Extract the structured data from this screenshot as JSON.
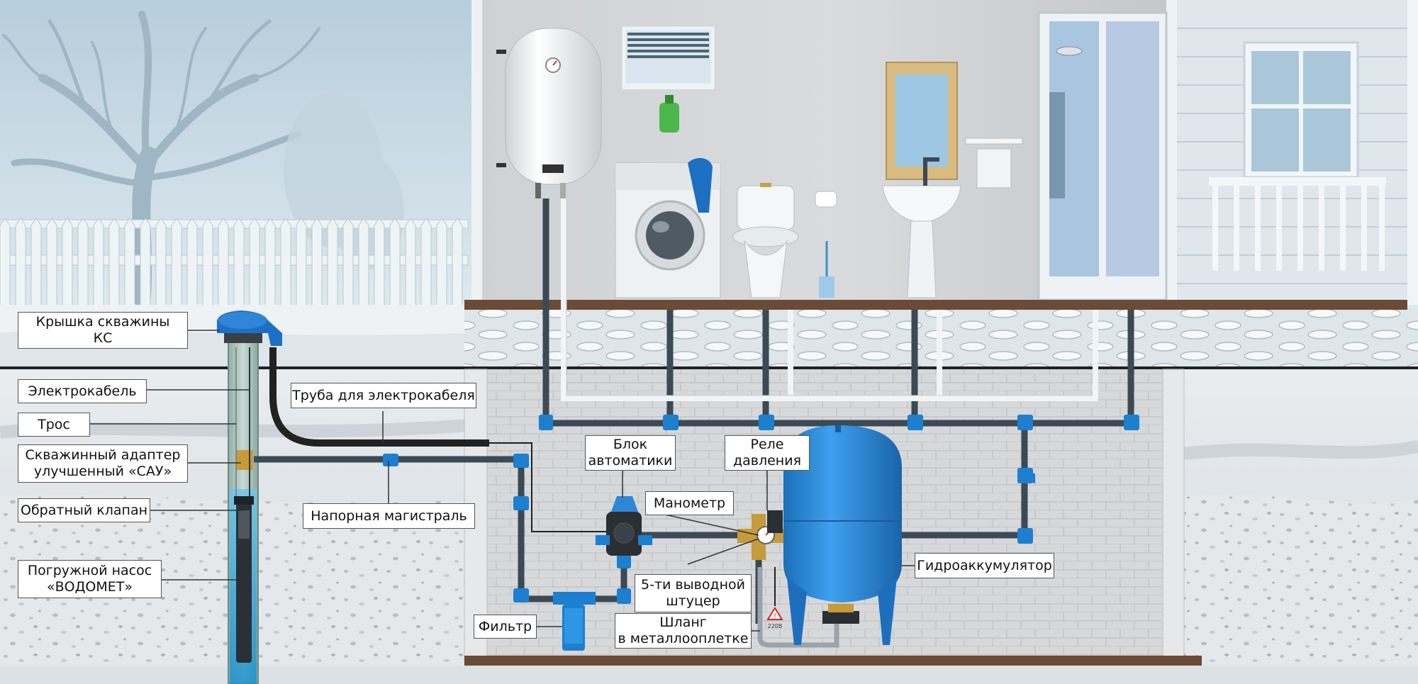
{
  "labels": {
    "well_cap": {
      "line1": "Крышка скважины",
      "line2": "КС"
    },
    "electric_cable": "Электрокабель",
    "cable": "Трос",
    "well_adapter": {
      "line1": "Скважинный адаптер",
      "line2": "улучшенный «САУ»"
    },
    "check_valve": "Обратный клапан",
    "submersible_pump": {
      "line1": "Погружной насос",
      "line2": "«ВОДОМЕТ»"
    },
    "cable_pipe": "Труба для электрокабеля",
    "pressure_main": "Напорная магистраль",
    "automation_block": {
      "line1": "Блок",
      "line2": "автоматики"
    },
    "pressure_relay": {
      "line1": "Реле",
      "line2": "давления"
    },
    "manometer": "Манометр",
    "fitting_5way": {
      "line1": "5-ти выводной",
      "line2": "штуцер"
    },
    "filter": "Фильтр",
    "hose": {
      "line1": "Шланг",
      "line2": "в металлооплетке"
    },
    "accumulator": "Гидроаккумулятор",
    "warning_voltage": "220В"
  },
  "colors": {
    "pipe_blue": "#1c7fd0",
    "pipe_dark": "#3b4a55",
    "tank_blue": "#2d8fe0",
    "sky": "#c9dbe6",
    "wall": "#c9ccd0",
    "floor_brown": "#6b4a36"
  },
  "icons": [
    "water-heater-icon",
    "washing-machine-icon",
    "toilet-icon",
    "sink-icon",
    "shower-icon",
    "tree-icon",
    "fence-icon",
    "pump-icon",
    "tank-icon",
    "filter-icon",
    "warning-icon"
  ]
}
